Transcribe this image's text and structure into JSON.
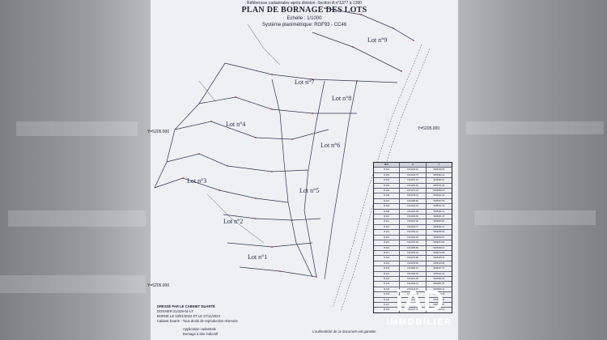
{
  "header": {
    "top_line": "Références cadastrales après division: Section A n°1377 à 1390",
    "title": "PLAN DE BORNAGE DES LOTS",
    "scale": "Echelle : 1/1000",
    "system": "Système planimétrique: RGF93 - CC46"
  },
  "lots": [
    {
      "label": "Lot n°9"
    },
    {
      "label": "Lot n°7"
    },
    {
      "label": "Lot n°8"
    },
    {
      "label": "Lot n°4"
    },
    {
      "label": "Lot n°6"
    },
    {
      "label": "Lot n°3"
    },
    {
      "label": "Lot n°5"
    },
    {
      "label": "Lot n°2"
    },
    {
      "label": "Lot n°1"
    }
  ],
  "axis": {
    "y_top_right": "Y=5205.000",
    "y_left": "Y=5205.000",
    "y_bottom": "Y=5205.000"
  },
  "table": {
    "headers": [
      "MAT",
      "X",
      "Y"
    ],
    "rows": [
      [
        "B.101",
        "1541234.10",
        "5205418.30"
      ],
      [
        "B.102",
        "1541244.75",
        "5205402.12"
      ],
      [
        "B.103",
        "1541251.22",
        "5205389.47"
      ],
      [
        "B.104",
        "1541262.81",
        "5205371.95"
      ],
      [
        "B.105",
        "1541270.06",
        "5205358.40"
      ],
      [
        "B.106",
        "1541278.34",
        "5205342.18"
      ],
      [
        "B.107",
        "1541285.90",
        "5205327.66"
      ],
      [
        "B.108",
        "1541293.15",
        "5205311.03"
      ],
      [
        "B.109",
        "1541301.48",
        "5205296.72"
      ],
      [
        "B.110",
        "1541309.60",
        "5205281.25"
      ],
      [
        "B.111",
        "1541317.02",
        "5205266.80"
      ],
      [
        "B.112",
        "1541324.77",
        "5205250.14"
      ],
      [
        "B.113",
        "1541332.41",
        "5205235.59"
      ],
      [
        "B.114",
        "1541340.18",
        "5205220.07"
      ],
      [
        "B.115",
        "1541347.93",
        "5205204.66"
      ],
      [
        "B.116",
        "1541355.50",
        "5205189.31"
      ],
      [
        "B.117",
        "1541363.24",
        "5205173.88"
      ],
      [
        "B.118",
        "1541370.86",
        "5205158.42"
      ],
      [
        "B.119",
        "1541378.60",
        "5205143.05"
      ],
      [
        "B.120",
        "1541386.27",
        "5205127.70"
      ],
      [
        "B.121",
        "1541393.94",
        "5205112.29"
      ],
      [
        "B.122",
        "1541401.58",
        "5205096.93"
      ],
      [
        "B.123",
        "1541409.31",
        "5205081.50"
      ],
      [
        "B.124",
        "1541416.97",
        "5205066.12"
      ],
      [
        "B.125",
        "1541424.65",
        "5205050.78"
      ],
      [
        "B.126",
        "1541432.30",
        "5205035.40"
      ],
      [
        "B.127",
        "1541440.02",
        "5205019.97"
      ],
      [
        "B.128",
        "1541447.70",
        "5205004.63"
      ]
    ]
  },
  "footer": {
    "line1": "DRESSÉ PAR LE CABINET DUARTE",
    "line2": "DOSSIER 21/229-01-LT",
    "line3": "BORNÉ LE 04/01/2022 ET LE 27/11/2023",
    "line4": "Cabinet Duarte - Tous droits de reproduction réservés",
    "box1": "Application cadastrale",
    "box2": "Bornage à titre indicatif",
    "box3": "L'authenticité de ce document est garantie"
  },
  "watermark": {
    "brand": "iAD",
    "sub": "IMMOBILIER"
  },
  "colors": {
    "ink": "#1f2a44",
    "red_annotations": "#b02a2a",
    "paper": "#eef0f4",
    "background": "#8c8e91"
  }
}
